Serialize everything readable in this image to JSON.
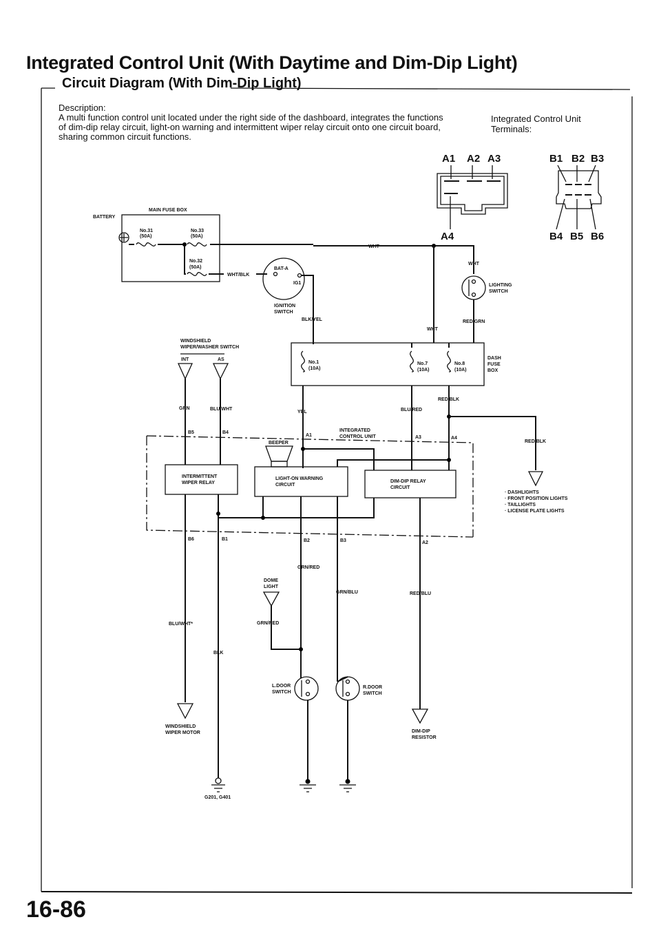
{
  "header": {
    "title": "Integrated Control Unit (With Daytime and Dim-Dip Light)",
    "subtitle": "Circuit Diagram (With Dim-Dip Light)"
  },
  "description": {
    "label": "Description:",
    "text": "A multi function control unit located under the right side of the dashboard, integrates the functions of dim-dip relay circuit, light-on warning and intermittent wiper relay circuit onto one circuit board, sharing common circuit functions."
  },
  "terminals": {
    "label": "Integrated Control Unit Terminals:",
    "connector_a": [
      "A1",
      "A2",
      "A3",
      "A4"
    ],
    "connector_b": [
      "B1",
      "B2",
      "B3",
      "B4",
      "B5",
      "B6"
    ]
  },
  "components": {
    "battery": "BATTERY",
    "main_fuse_box": "MAIN FUSE BOX",
    "fuse31": [
      "No.31",
      "(50A)"
    ],
    "fuse33": [
      "No.33",
      "(50A)"
    ],
    "fuse32": [
      "No.32",
      "(50A)"
    ],
    "ignition_switch": [
      "IGNITION",
      "SWITCH"
    ],
    "bat_a": "BAT-A",
    "ig1": "IG1",
    "lighting_switch": [
      "LIGHTING",
      "SWITCH"
    ],
    "wiper_switch": [
      "WINDSHIELD",
      "WIPER/WASHER SWITCH"
    ],
    "int": "INT",
    "as": "AS",
    "dash_fuse_box": [
      "DASH",
      "FUSE",
      "BOX"
    ],
    "fuse1": [
      "No.1",
      "(10A)"
    ],
    "fuse7": [
      "No.7",
      "(10A)"
    ],
    "fuse8": [
      "No.8",
      "(10A)"
    ],
    "icu": [
      "INTEGRATED",
      "CONTROL UNIT"
    ],
    "beeper": "BEEPER",
    "wiper_relay": [
      "INTERMITTENT",
      "WIPER RELAY"
    ],
    "light_on": [
      "LIGHT-ON WARNING",
      "CIRCUIT"
    ],
    "dim_dip": [
      "DIM-DIP RELAY",
      "CIRCUIT"
    ],
    "lights": [
      "· DASHLIGHTS",
      "· FRONT POSITION LIGHTS",
      "· TAILLIGHTS",
      "· LICENSE PLATE LIGHTS"
    ],
    "dome_light": [
      "DOME",
      "LIGHT"
    ],
    "wiper_motor": [
      "WINDSHIELD",
      "WIPER MOTOR"
    ],
    "l_door": [
      "L.DOOR",
      "SWITCH"
    ],
    "r_door": [
      "R.DOOR",
      "SWITCH"
    ],
    "dim_dip_resistor": [
      "DIM-DIP",
      "RESISTOR"
    ],
    "ground_label": "G201, G401"
  },
  "wires": {
    "wht_main": "WHT",
    "wht_blk": "WHT/BLK",
    "blk_yel": "BLK/YEL",
    "wht_ls": "WHT",
    "red_grn": "RED/GRN",
    "wht_down": "WHT",
    "grn": "GRN",
    "blu_wht": "BLU/WHT",
    "yel": "YEL",
    "blu_red": "BLU/RED",
    "red_blk": "RED/BLK",
    "red_blk2": "RED/BLK",
    "grn_red": "GRN/RED",
    "grn_red2": "GRN/RED",
    "grn_blu": "GRN/BLU",
    "red_blu": "RED/BLU",
    "blu_wht2": "BLU/WHT*",
    "blk": "BLK"
  },
  "footer": {
    "page": "16-86"
  }
}
